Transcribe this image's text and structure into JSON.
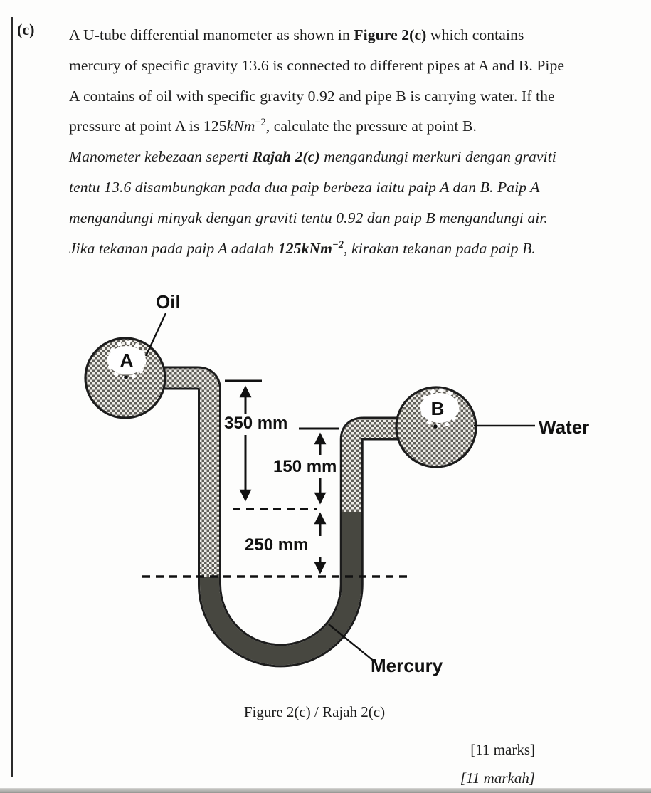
{
  "page": {
    "part_label": "(c)",
    "caption": "Figure 2(c) / Rajah 2(c)",
    "marks_en": "[11 marks]",
    "marks_ms": "[11 markah]"
  },
  "question": {
    "lines_en": [
      [
        {
          "t": "A U-tube differential manometer as shown in "
        },
        {
          "t": "Figure 2(c)",
          "b": 1
        },
        {
          "t": " which contains"
        }
      ],
      [
        {
          "t": "mercury of specific gravity 13.6 is connected to different pipes at A and B.  Pipe"
        }
      ],
      [
        {
          "t": "A contains of oil with specific gravity 0.92 and pipe B is carrying water.  If the"
        }
      ],
      [
        {
          "t": "pressure at point A is 125"
        },
        {
          "t": "kNm",
          "i": 1
        },
        {
          "t": "−2",
          "sup": 1
        },
        {
          "t": ", calculate the pressure at point B."
        }
      ]
    ],
    "lines_ms": [
      [
        {
          "t": "Manometer kebezaan seperti "
        },
        {
          "t": "Rajah 2(c)",
          "b": 1
        },
        {
          "t": " mengandungi merkuri dengan graviti"
        }
      ],
      [
        {
          "t": "tentu 13.6 disambungkan pada dua paip berbeza iaitu paip A dan B.  Paip A"
        }
      ],
      [
        {
          "t": "mengandungi minyak dengan graviti tentu 0.92 dan paip B mengandungi air."
        }
      ],
      [
        {
          "t": "Jika tekanan pada paip A adalah "
        },
        {
          "t": "125kNm",
          "b": 1
        },
        {
          "t": "−2",
          "sup": 1,
          "b": 1
        },
        {
          "t": ", kirakan tekanan pada paip B."
        }
      ]
    ]
  },
  "diagram": {
    "labels": {
      "oil": "Oil",
      "water": "Water",
      "mercury": "Mercury",
      "pipe_a": "A",
      "pipe_b": "B"
    },
    "dimensions": {
      "d350": "350 mm",
      "d150": "150 mm",
      "d250": "250 mm"
    },
    "colors": {
      "mercury": "#474740",
      "hatch_dark": "#605e58",
      "hatch_light": "#eeece7",
      "outline": "#1c1c1c"
    }
  }
}
